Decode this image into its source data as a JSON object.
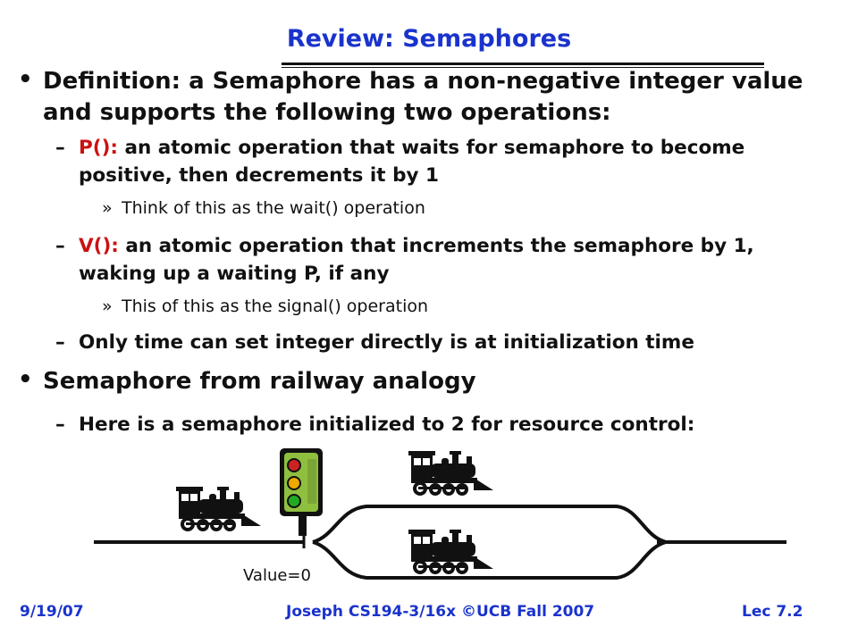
{
  "slide": {
    "title": "Review: Semaphores",
    "bullets": {
      "b1_bullet": "•",
      "b1_text": "Definition: a Semaphore has a non-negative integer value and supports the following two operations:",
      "p_dash": "–",
      "p_label": "P():",
      "p_text": " an atomic operation that waits for semaphore to become positive, then decrements it by 1",
      "p_sub_bullet": "»",
      "p_sub_text": "Think of this as the wait() operation",
      "v_dash": "–",
      "v_label": "V():",
      "v_text": " an atomic operation that increments the semaphore by 1, waking up a waiting P, if any",
      "v_sub_bullet": "»",
      "v_sub_text": "This of this as the signal() operation",
      "only_dash": "–",
      "only_text": "Only time can set integer directly is at initialization time",
      "b2_bullet": "•",
      "b2_text": "Semaphore from railway analogy",
      "here_dash": "–",
      "here_text": "Here is a semaphore initialized to 2 for resource control:"
    },
    "diagram": {
      "value_label": "Value=0",
      "signal_lights": [
        "#cc2222",
        "#eeaa00",
        "#22aa22"
      ],
      "signal_board_color": "#8fbf3f"
    },
    "footer": {
      "date": "9/19/07",
      "center": "Joseph CS194-3/16x ©UCB Fall 2007",
      "lecture": "Lec 7.2"
    },
    "colors": {
      "title": "#1a33cc",
      "accent_red": "#cc1111"
    }
  }
}
